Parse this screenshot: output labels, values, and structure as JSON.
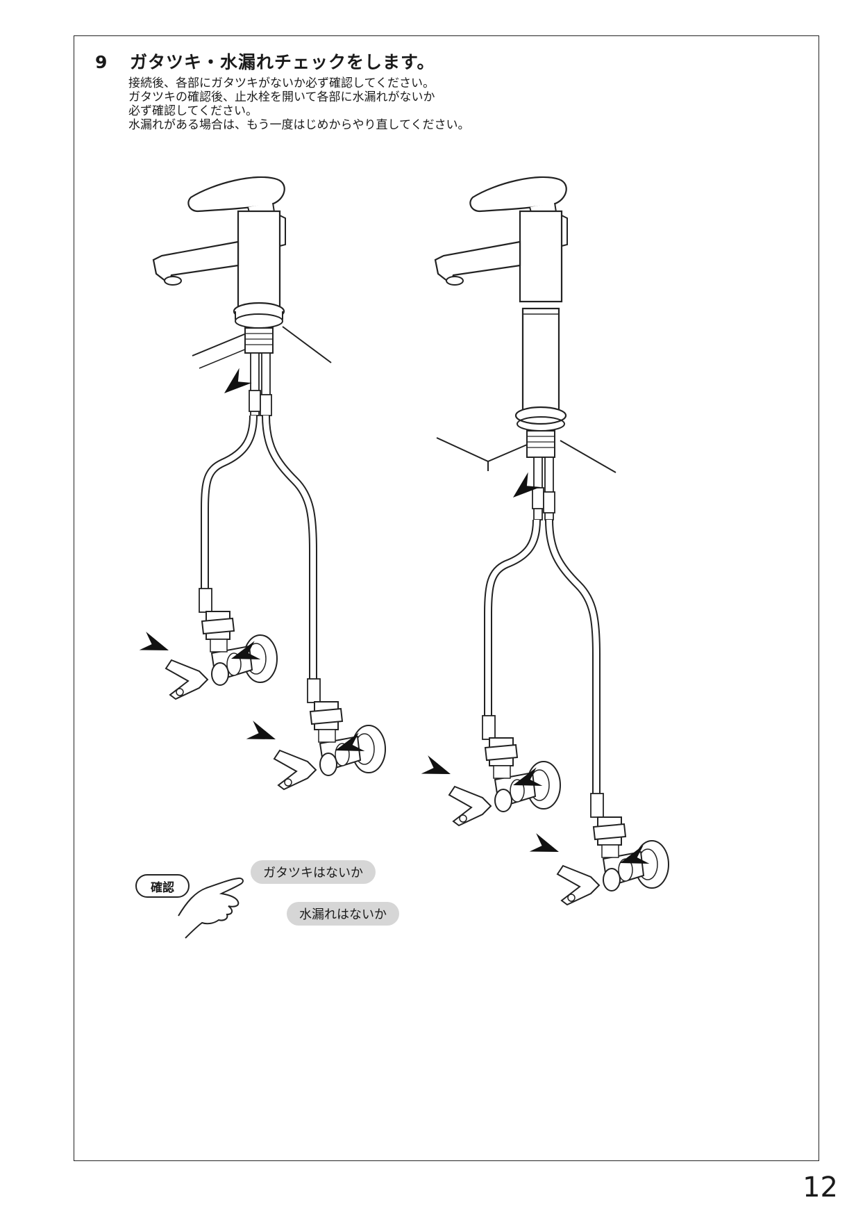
{
  "step": {
    "number": "9",
    "title": "ガタツキ・水漏れチェックをします。",
    "instructions": [
      "接続後、各部にガタツキがないか必ず確認してください。",
      "ガタツキの確認後、止水栓を開いて各部に水漏れがないか",
      "必ず確認してください。",
      "水漏れがある場合は、もう一度はじめからやり直してください。"
    ]
  },
  "legend": {
    "badge": "確認",
    "check_rattle": "ガタツキはないか",
    "check_leak": "水漏れはないか"
  },
  "page_number": "12",
  "icons": [
    "faucet-illustration-short",
    "faucet-illustration-tall",
    "pointing-hand-icon",
    "arrow-marker-icon",
    "stop-valve-icon"
  ]
}
